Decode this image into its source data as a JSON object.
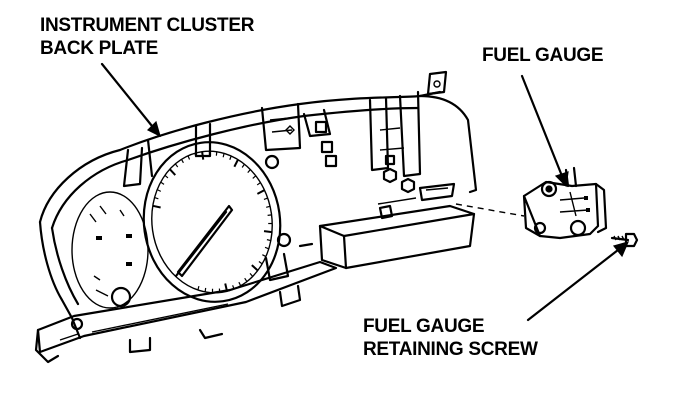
{
  "callouts": {
    "back_plate": [
      "INSTRUMENT CLUSTER",
      "BACK PLATE"
    ],
    "fuel_gauge": "FUEL GAUGE",
    "retaining_screw": [
      "FUEL GAUGE",
      "RETAINING SCREW"
    ]
  },
  "colors": {
    "ink": "#000000",
    "paper": "#ffffff"
  },
  "icons": [
    "instrument-cluster-drawing",
    "fuel-gauge-drawing",
    "retaining-screw-drawing"
  ]
}
